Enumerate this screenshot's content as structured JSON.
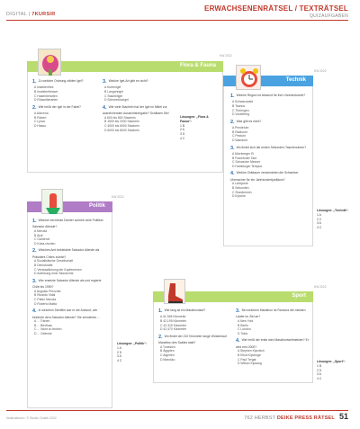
{
  "header": {
    "left_prefix": "DIGITAL |",
    "left_strong": "7KURSIR",
    "right_title": "ERWACHSENENRÄTSEL / TEXTRÄTSEL",
    "right_sub": "QUIZAUFGABEN"
  },
  "flora": {
    "kw": "KW 2022",
    "label": "Flora & Fauna",
    "color": "#a6d04a",
    "col1": [
      {
        "n": "1.",
        "q": "Zu welcher Ordnung zählen Igel?",
        "opts": [
          "A Insektenfres",
          "B Insektenfresser",
          "C Hasentierarten",
          "D Rüsseltierarten"
        ]
      },
      {
        "n": "2.",
        "q": "Wie heißt der Igel in der Fabel?",
        "opts": [
          "A Alzivena",
          "B Robert",
          "C Lynco",
          "D Hasso"
        ]
      }
    ],
    "col2": [
      {
        "n": "3.",
        "q": "Welche Igel-Art gibt es nicht?",
        "opts": [
          "A Kurtenigel",
          "B Langohrigel",
          "C Stacheligel",
          "D Schneeshorigel"
        ]
      },
      {
        "n": "4.",
        "q": "Wie viele Stacheln hat der Igel im Mittel zur ausreichenden Aussichtshergabe? Schätzen Sie!",
        "opts": [
          "A 600 bis 800 Stacheln",
          "B 1500 bis 2000 Stacheln",
          "C 4000 bis 6000 Stacheln",
          "D 6000 bis 8000 Stacheln"
        ]
      }
    ],
    "sol_title": "Lösungen: „Flora & Fauna“:",
    "sol_lines": [
      "1 B",
      "2 A",
      "3 D",
      "4 C"
    ]
  },
  "technik": {
    "kw": "KW 2022",
    "label": "Technik",
    "color": "#2e8fd6",
    "col": [
      {
        "n": "1.",
        "q": "Welche Region ist bekannt für ihre Uhrenindustrie?",
        "opts": [
          "A Schwarzwald",
          "B Taunus",
          "C Thüringen",
          "D Vorarlberg"
        ]
      },
      {
        "n": "2.",
        "q": "Was gibt es nicht?",
        "opts": [
          "A Pendeluhr",
          "B Radiouhr",
          "C Pestuhr",
          "D Wanduhr"
        ]
      },
      {
        "n": "3.",
        "q": "Wo findet sich die ersten Sekunden-Taschenuhren?",
        "opts": [
          "A Nürnberger Ei",
          "B Frankfurter Takt",
          "C Schweizer Messer",
          "D Hamburger Tempus"
        ]
      },
      {
        "n": "4.",
        "q": "Welche Zeitdauer verwendeten die Schweizer Uhrmacher für ein Jahrhundertjubiläum?",
        "opts": [
          "A Lichtjahre",
          "B Sekunden",
          "C Stundenmin",
          "D Epoche"
        ]
      }
    ],
    "sol_title": "Lösungen: „Technik“:",
    "sol_lines": [
      "1 A",
      "2 C",
      "3 A",
      "4 C"
    ]
  },
  "politik": {
    "kw": "KW 2022",
    "label": "Politik",
    "color": "#9b59b6",
    "col": [
      {
        "n": "1.",
        "q": "Welcher berühmte Dichter schrieb viele Politiker Salvador Allende?",
        "opts": [
          "A Neruda",
          "B Alzit",
          "C Gardenin",
          "D Kuba-rischen"
        ]
      },
      {
        "n": "2.",
        "q": "Welches Amt bekleidete Salvador Allende als Präsident Chiles zuletzt?",
        "opts": [
          "A Sozialistische Gesellschaft",
          "B Demokratie",
          "C Verstaatlichung der Kupferminen",
          "D Auflösung einer Monarchie"
        ]
      },
      {
        "n": "3.",
        "q": "Wer ersetzte Salvador Allende als und regierte Chile bis 1990?",
        "opts": [
          "A Augusto Pinochet",
          "B Ricardo Vidal",
          "C Pablo Neruda",
          "D Roberto Matta"
        ]
      },
      {
        "n": "4.",
        "q": "In welchem Stehfilm war er die Antwort, wer belohnte dem Salvador Allende? Sie zensiertes ...",
        "opts": [
          "A ... Tränen",
          "B ... Bierfluss",
          "C ... Nicht zu trinken",
          "D ... Gelenke"
        ]
      }
    ]
  },
  "sport": {
    "kw": "KW 2022",
    "label": "Sport",
    "color": "#a6d04a",
    "col1": [
      {
        "n": "1.",
        "q": "Wie lang ist ein Marathonlauf?",
        "opts": [
          "A 41,948 Kilometer",
          "B 42,195 Kilometer",
          "C 42,315 Kilometer",
          "D 42,470 Kilometer"
        ]
      },
      {
        "n": "2.",
        "q": "Wo findet der 210 Kilometer lange Wüstenlauf Marathon des Sables statt?",
        "opts": [
          "A Tunesien",
          "B Ägypten",
          "C Algerien",
          "D Marokko"
        ]
      }
    ],
    "sol1_title": "Lösungen: „Politik“:",
    "sol1_lines": [
      "1 A",
      "2 D",
      "3 A",
      "4 C"
    ],
    "col2": [
      {
        "n": "3.",
        "q": "Bei welchem Marathon ist Ramona die meisten Läufer im Ziel an?",
        "opts": [
          "A New York",
          "B Berlin",
          "C London",
          "D Tokio"
        ]
      },
      {
        "n": "4.",
        "q": "Wie heißt der erste wird Marathonweltmeister? Er wird erst 2000?",
        "opts": [
          "A Stephen Kiprotich",
          "B Eliud Kipchoge",
          "C Paul Tergat",
          "D Wilson Kipsang"
        ]
      }
    ],
    "sol2_title": "Lösungen: „Sport“:",
    "sol2_lines": [
      "1 B",
      "2 D",
      "3 A",
      "4 C"
    ]
  },
  "footer": {
    "left": "Illustrationen: © Studio Grafik 2022",
    "right_prefix": "762 HERBST",
    "right_strong": "DEIKE PRESS RÄTSEL",
    "page": "51"
  }
}
